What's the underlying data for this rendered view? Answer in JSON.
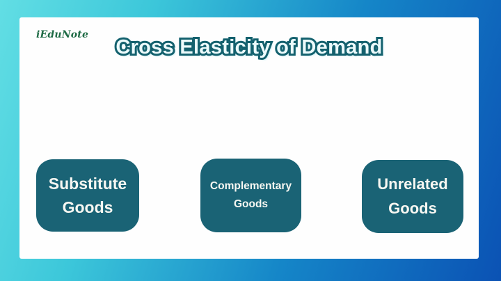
{
  "brand": {
    "logo_text": "iEduNote"
  },
  "title": "Cross Elasticity of Demand",
  "diagram": {
    "root": "Cross Elasticity of Demand",
    "nodes": [
      {
        "id": "substitute-goods",
        "lines": [
          "Substitute",
          "Goods"
        ]
      },
      {
        "id": "complementary-goods",
        "lines": [
          "Complementary",
          "Goods"
        ]
      },
      {
        "id": "unrelated-goods",
        "lines": [
          "Unrelated",
          "Goods"
        ]
      }
    ]
  },
  "colors": {
    "frame_gradient_left": "#62dee4",
    "frame_gradient_right": "#0b52b4",
    "panel_background": "#fefefe",
    "node_fill": "#1a6375",
    "node_text": "#f7f7f2",
    "title_fill": "#edfbfc",
    "title_stroke": "#14616e",
    "logo_color": "#1e6b45",
    "arrow_color": "#3c3c3c"
  }
}
